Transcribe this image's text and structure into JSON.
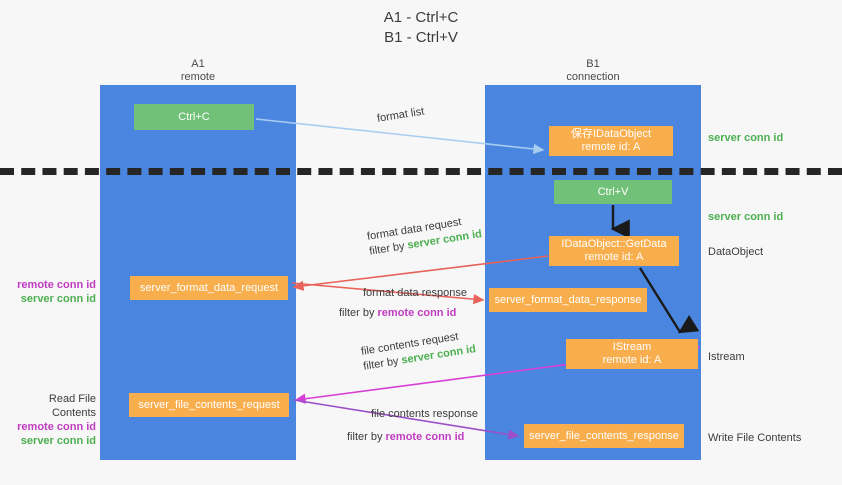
{
  "title": {
    "line1": "A1 - Ctrl+C",
    "line2": "B1 - Ctrl+V"
  },
  "lanes": [
    {
      "id": "A1",
      "name": "A1",
      "role": "remote"
    },
    {
      "id": "B1",
      "name": "B1",
      "role": "connection"
    }
  ],
  "nodes": {
    "ctrl_c": {
      "line1": "Ctrl+C",
      "line2": "",
      "color": "#72c178"
    },
    "save_dataobject": {
      "line1": "保存IDataObject",
      "line2": "remote id: A",
      "color": "#f9ae4d"
    },
    "ctrl_v": {
      "line1": "Ctrl+V",
      "line2": "",
      "color": "#72c178"
    },
    "getdata": {
      "line1": "IDataObject::GetData",
      "line2": "remote id: A",
      "color": "#f9ae4d"
    },
    "format_data_request": {
      "line1": "server_format_data_request",
      "line2": "",
      "color": "#f9ae4d"
    },
    "format_data_response": {
      "line1": "server_format_data_response",
      "line2": "",
      "color": "#f9ae4d"
    },
    "istream": {
      "line1": "IStream",
      "line2": "remote id: A",
      "color": "#f9ae4d"
    },
    "file_contents_request": {
      "line1": "server_file_contents_request",
      "line2": "",
      "color": "#f9ae4d"
    },
    "file_contents_response": {
      "line1": "server_file_contents_response",
      "line2": "",
      "color": "#f9ae4d"
    }
  },
  "edges": {
    "format_list": {
      "label": "format list"
    },
    "format_data_request": {
      "label": "format data request",
      "filter_prefix": "filter by ",
      "filter_key": "server conn id"
    },
    "format_data_response": {
      "label": "format data response",
      "filter_prefix": "filter by ",
      "filter_key": "remote conn id"
    },
    "file_contents_request": {
      "label": "file contents request",
      "filter_prefix": "filter by ",
      "filter_key": "server conn id"
    },
    "file_contents_response": {
      "label": "file contents response",
      "filter_prefix": "filter by ",
      "filter_key": "remote conn id"
    }
  },
  "annotations": {
    "server_conn_id_top": "server conn id",
    "server_conn_id_second": "server conn id",
    "dataobject": "DataObject",
    "istream": "Istream",
    "write_file_contents": "Write File Contents",
    "read_file_contents": "Read File Contents",
    "remote_conn_id": "remote conn id",
    "server_conn_id": "server conn id"
  },
  "colors": {
    "lane": "#4a86e0",
    "green_box": "#72c178",
    "orange_box": "#f9ae4d",
    "server_conn_id": "#4caf50",
    "remote_conn_id": "#c13cc1",
    "arrow_light_blue": "#a8cdf0",
    "arrow_red": "#e8635a",
    "arrow_magenta": "#d63fd6",
    "arrow_purple": "#9b4fc8",
    "arrow_dark": "#1a1a1a",
    "background": "#f7f7f7"
  }
}
